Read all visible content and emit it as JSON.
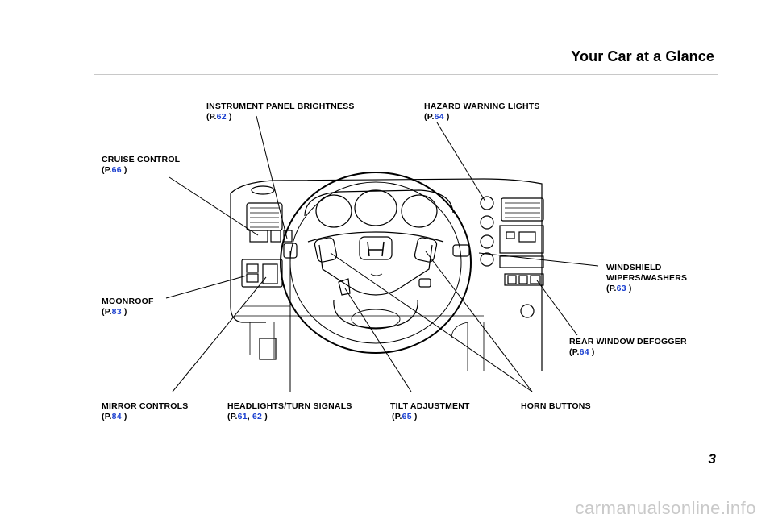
{
  "header": {
    "title": "Your Car at a Glance"
  },
  "callouts": {
    "instrument_panel": {
      "label": "INSTRUMENT PANEL BRIGHTNESS",
      "prefix": "(P.",
      "page": "62",
      "suffix": " )"
    },
    "hazard": {
      "label": "HAZARD WARNING LIGHTS",
      "prefix": "(P.",
      "page": "64",
      "suffix": " )"
    },
    "cruise": {
      "label": "CRUISE CONTROL",
      "prefix": "(P.",
      "page": "66",
      "suffix": " )"
    },
    "wipers": {
      "label1": "WINDSHIELD",
      "label2": "WIPERS/WASHERS",
      "prefix": "(P.",
      "page": "63",
      "suffix": " )"
    },
    "moonroof": {
      "label": "MOONROOF",
      "prefix": "(P.",
      "page": "83",
      "suffix": " )"
    },
    "defogger": {
      "label": "REAR WINDOW DEFOGGER",
      "prefix": "(P.",
      "page": "64",
      "suffix": " )"
    },
    "mirror": {
      "label": "MIRROR CONTROLS",
      "prefix": "(P.",
      "page": "84",
      "suffix": " )"
    },
    "headlights": {
      "label": "HEADLIGHTS/TURN SIGNALS",
      "prefix": "(P.",
      "page1": "61",
      "sep": ", ",
      "page2": "62",
      "suffix": " )"
    },
    "tilt": {
      "label": "TILT ADJUSTMENT",
      "prefix": "(P.",
      "page": "65",
      "suffix": " )"
    },
    "horn": {
      "label": "HORN BUTTONS"
    }
  },
  "page_number": "3",
  "watermark": "carmanualsonline.info",
  "colors": {
    "page_ref": "#1a3fd0",
    "text": "#000000",
    "watermark": "#c9c9c9"
  }
}
